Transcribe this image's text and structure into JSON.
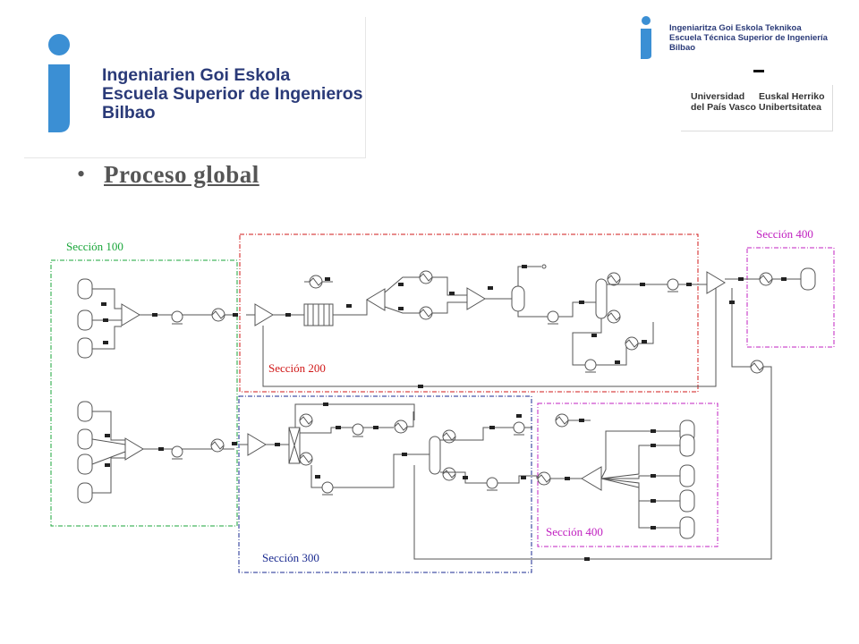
{
  "header": {
    "left_logo_lines": [
      "Ingeniarien Goi Eskola",
      "Escuela Superior de Ingenieros",
      "Bilbao"
    ],
    "right_logo_lines": [
      "Ingeniaritza Goi Eskola Teknikoa",
      "Escuela Técnica Superior de Ingeniería",
      "Bilbao"
    ],
    "university": {
      "spanish_lines": [
        "Universidad",
        "del País Vasco"
      ],
      "basque_lines": [
        "Euskal Herriko",
        "Unibertsitatea"
      ]
    }
  },
  "slide": {
    "bullet": "•",
    "title": "Proceso global"
  },
  "diagram": {
    "sections": [
      {
        "id": "s100",
        "label": "Sección 100",
        "color": "#1aa63a"
      },
      {
        "id": "s200",
        "label": "Sección 200",
        "color": "#d01818"
      },
      {
        "id": "s300",
        "label": "Sección 300",
        "color": "#1a2a90"
      },
      {
        "id": "s400a",
        "label": "Sección 400",
        "color": "#c020c0"
      },
      {
        "id": "s400b",
        "label": "Sección 400",
        "color": "#c020c0"
      }
    ]
  },
  "colors": {
    "brand_blue": "#3b8fd4",
    "brand_text": "#2a3a78",
    "line": "#555555"
  }
}
